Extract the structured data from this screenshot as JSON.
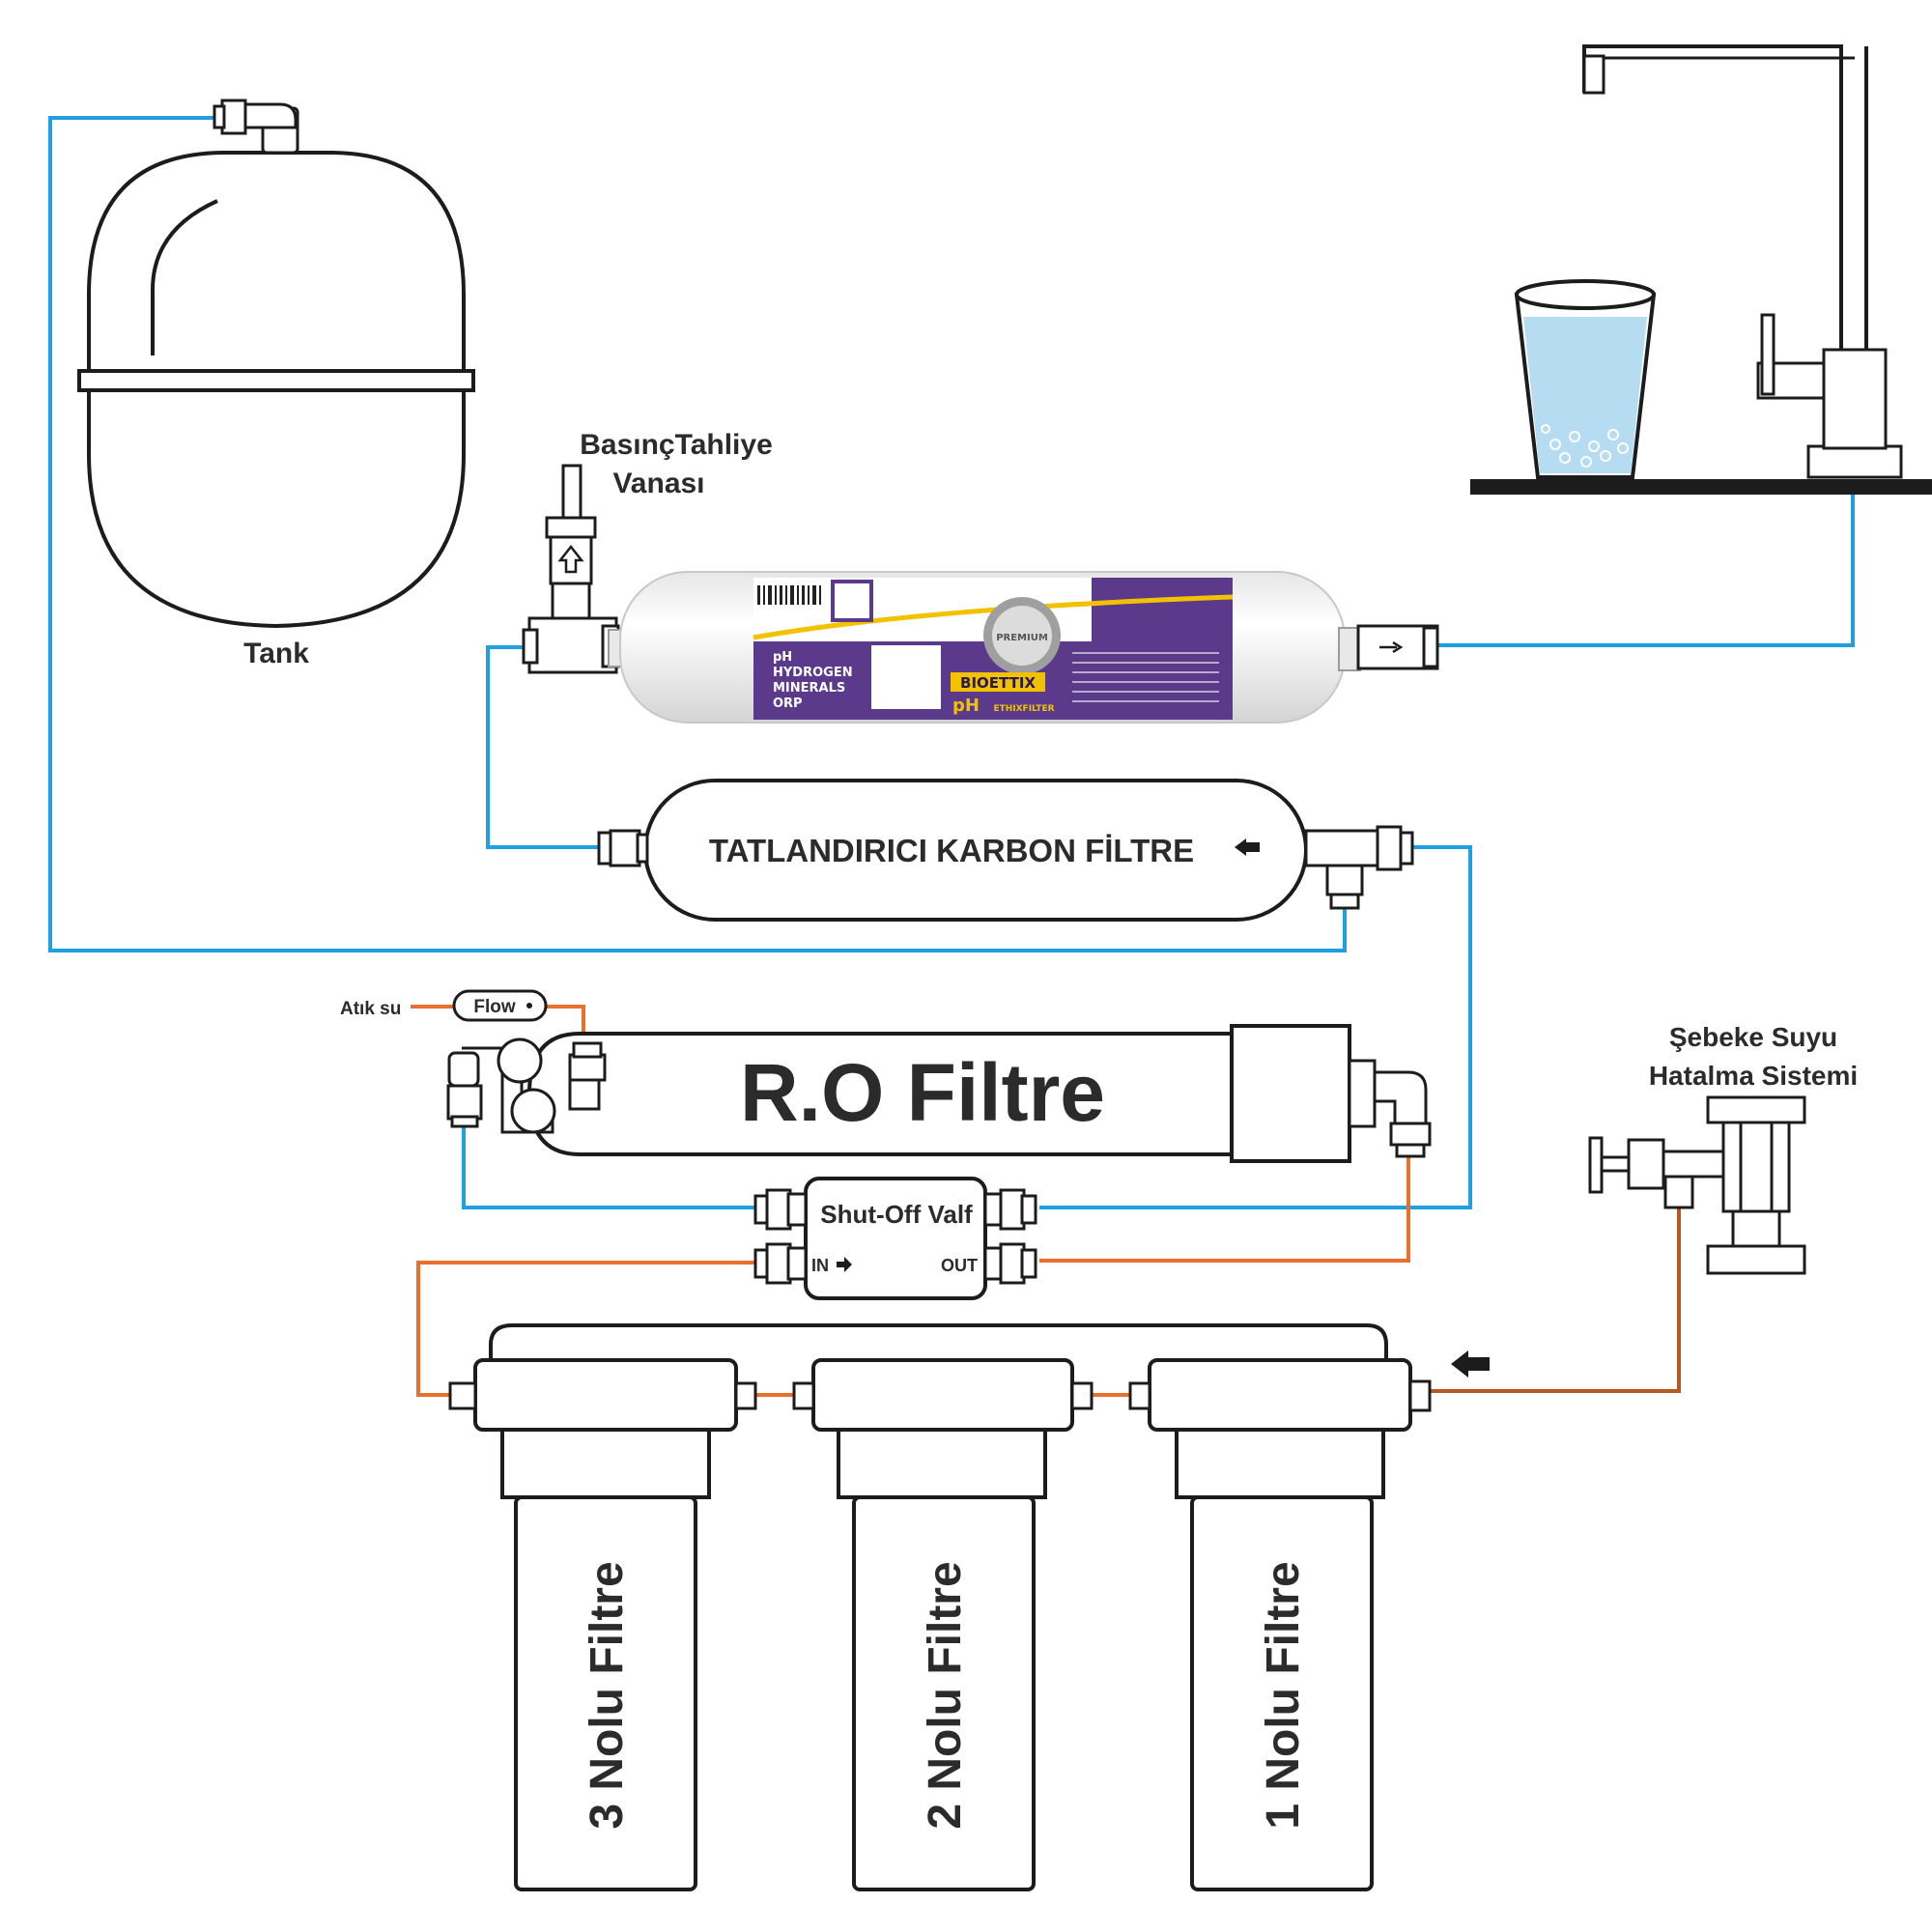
{
  "labels": {
    "tank": "Tank",
    "pressure_valve_line1": "BasınçTahliye",
    "pressure_valve_line2": "Vanası",
    "carbon_filter": "TATLANDIRICI KARBON FİLTRE",
    "ro_filter": "R.O Filtre",
    "waste_water": "Atık su",
    "flow": "Flow",
    "shutoff_valve": "Shut-Off Valf",
    "shutoff_in": "IN",
    "shutoff_out": "OUT",
    "mains_line1": "Şebeke Suyu",
    "mains_line2": "Hatalma Sistemi",
    "filter1": "1 Nolu Filtre",
    "filter2": "2 Nolu Filtre",
    "filter3": "3 Nolu Filtre"
  },
  "ph_cartridge": {
    "brand": "BIOETTIX",
    "series": "ETHIXFILTER",
    "ph_label": "pH",
    "features": [
      "pH",
      "HYDROGEN",
      "MINERALS",
      "ORP"
    ],
    "badge": "PREMIUM"
  },
  "colors": {
    "clean_water_line": "#1ea0e2",
    "supply_line": "#e8702a",
    "mains_line": "#b55a25",
    "cartridge_label": "#5b3a8c",
    "cartridge_accent": "#f2c200"
  },
  "icons": [
    "flow-arrow-icon",
    "upward-arrow-icon",
    "faucet-icon",
    "glass-icon"
  ]
}
